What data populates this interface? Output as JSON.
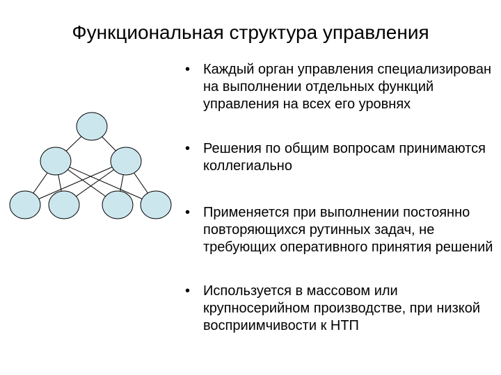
{
  "title": "Функциональная структура управления",
  "bullet_marker": "•",
  "bullets": [
    {
      "text": "Каждый орган управления специализирован на выполнении отдельных функций управления на всех его уровнях"
    },
    {
      "text": "Решения по общим вопросам принимаются коллегиально"
    },
    {
      "text": "Применяется при выполнении постоянно повторяющихся рутинных задач, не требующих оперативного принятия решений"
    },
    {
      "text": "Используется в массовом или крупносерийном производстве, при низкой восприимчивости к НТП"
    }
  ],
  "colors": {
    "node_fill": "#cce6ee",
    "node_stroke": "#000000",
    "edge": "#000000",
    "text": "#000000"
  }
}
